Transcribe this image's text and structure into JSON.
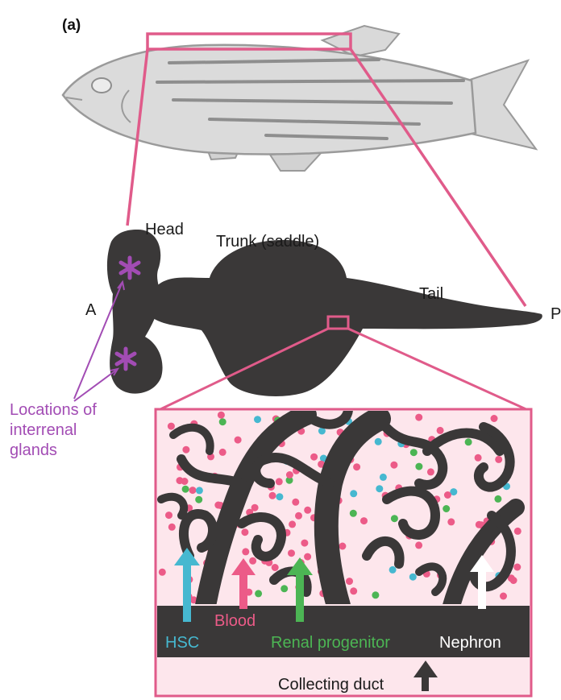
{
  "panel_label": "(a)",
  "regions": {
    "head": "Head",
    "trunk": "Trunk (saddle)",
    "tail": "Tail"
  },
  "axis": {
    "anterior": "A",
    "posterior": "P"
  },
  "interrenal_label": "Locations of interrenal glands",
  "legend": {
    "hsc": "HSC",
    "blood": "Blood",
    "renal_progenitor": "Renal progenitor",
    "nephron": "Nephron",
    "collecting_duct": "Collecting duct"
  },
  "colors": {
    "kidney": "#3a3838",
    "fish_body": "#dbdbdb",
    "fish_outline": "#9a9a9a",
    "fish_stripe": "#8e8e8e",
    "zoom_lines": "#e05b8a",
    "inset_background": "#fde6ec",
    "hsc": "#46b8d0",
    "blood": "#ec5b88",
    "renal_progenitor": "#4cb554",
    "nephron_arrow": "#ffffff",
    "interrenal": "#a24cb4"
  }
}
